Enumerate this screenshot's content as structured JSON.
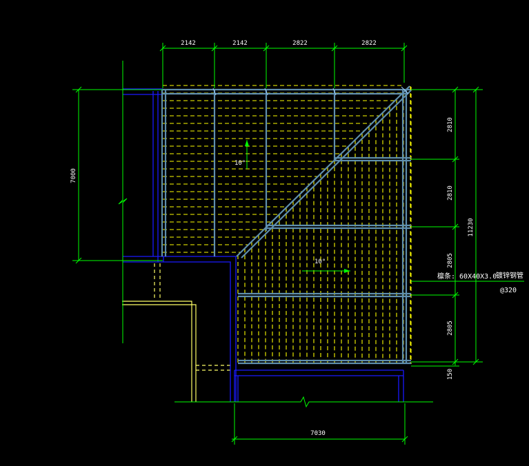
{
  "drawing": {
    "top_dims": [
      "2142",
      "2142",
      "2822",
      "2822"
    ],
    "right_dims": [
      "2810",
      "2810",
      "2805",
      "2805",
      "150"
    ],
    "overall_right": "11230",
    "overall_left": "7000",
    "overall_bottom": "7030",
    "slope_upper": "10°",
    "slope_lower": "10°",
    "purlin_label": "檩条: 60X40X3.0",
    "purlin_material": "镀锌钢管",
    "purlin_spacing": "@320"
  },
  "colors": {
    "background": "#000000",
    "dimension": "#00ff00",
    "purlin": "#ffff00",
    "beam": "#1010ff",
    "beam_fill": "#5f8fae",
    "wall": "#ffff66",
    "text": "#ffffff"
  }
}
